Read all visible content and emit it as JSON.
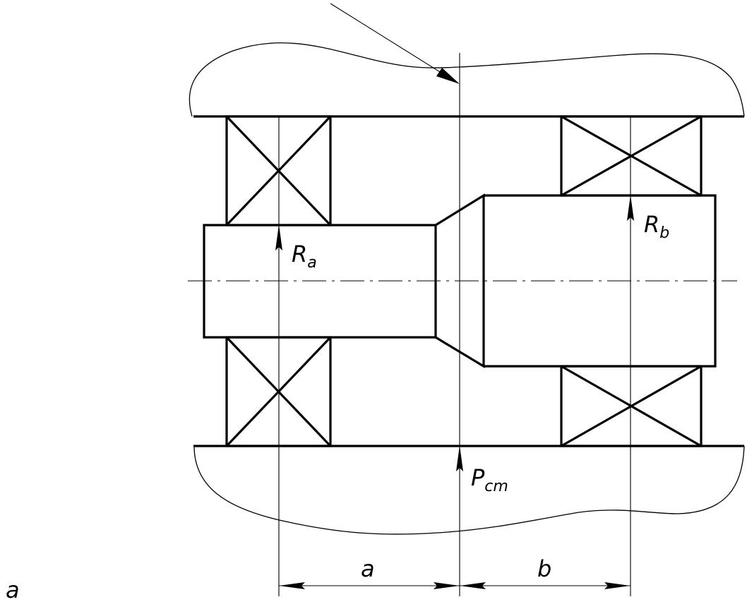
{
  "labels": {
    "reaction_a": {
      "main": "R",
      "sub": "a"
    },
    "reaction_b": {
      "main": "R",
      "sub": "b"
    },
    "force": {
      "main": "P",
      "sub": "cm"
    },
    "dim_a": "a",
    "dim_b": "b",
    "figure": "a"
  }
}
